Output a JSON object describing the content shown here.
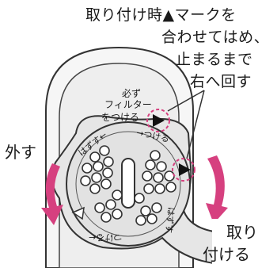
{
  "instruction": {
    "line1": "取り付け時▲マークを",
    "line2": "合わせてはめ、",
    "line3": "止まるまで",
    "line4": "右へ回す"
  },
  "label_remove": "外す",
  "label_attach_line1": "取り",
  "label_attach_line2": "付ける",
  "cap_text": {
    "must": "必ず",
    "filter_line1": "フィルター",
    "filter_line2": "をつける",
    "tsukeru": "→つける",
    "hazusu_left": "はずす←",
    "hazusu_right": "はずす",
    "tsukeru_bottom": "つける←"
  },
  "colors": {
    "arrow_pink": "#d6407f",
    "dashed_circle": "#d6407f",
    "outline": "#333333",
    "body_fill": "#f3f3f3",
    "cap_fill": "#e9e9e9"
  }
}
